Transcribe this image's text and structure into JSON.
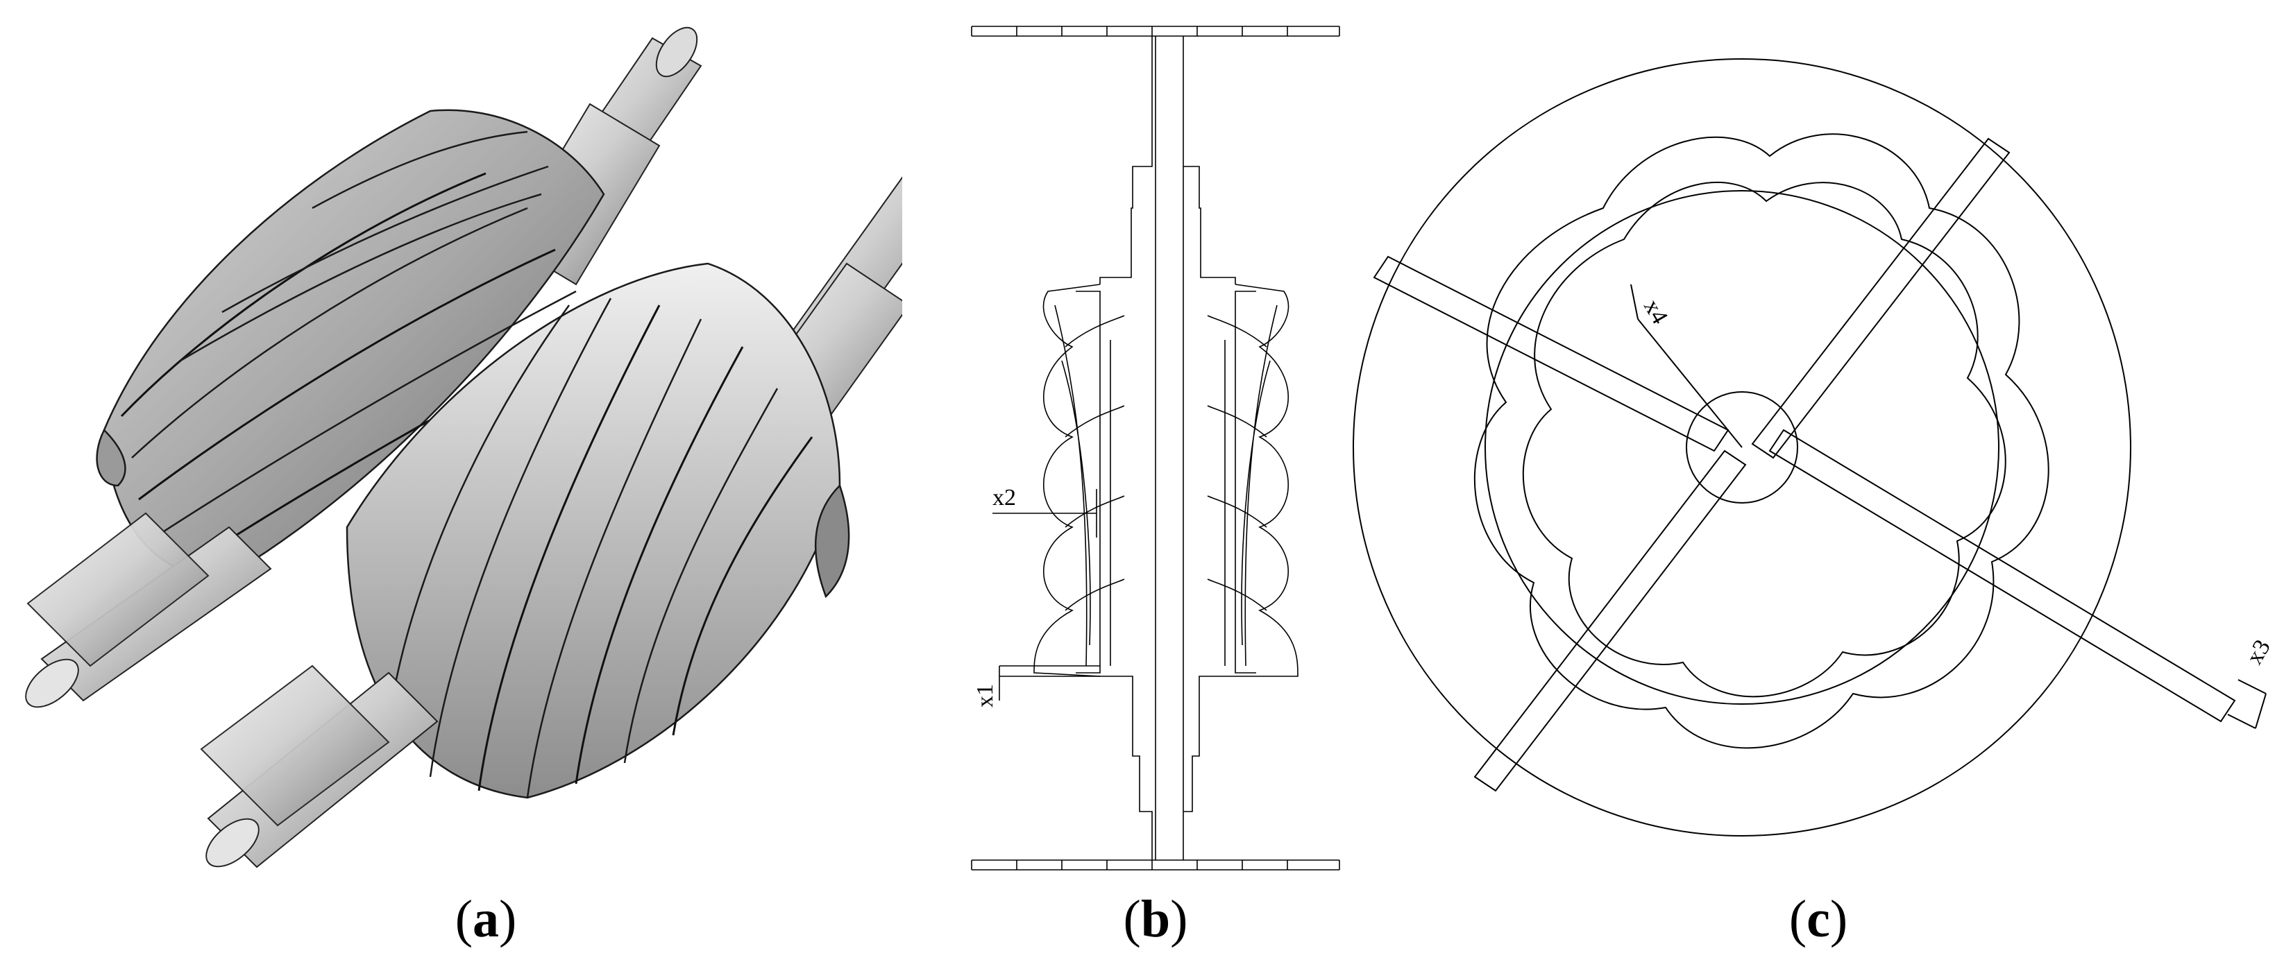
{
  "panels": [
    {
      "id": "a",
      "caption": {
        "open": "(",
        "letter": "a",
        "close": ")"
      }
    },
    {
      "id": "b",
      "caption": {
        "open": "(",
        "letter": "b",
        "close": ")"
      },
      "labels": {
        "x1": "x1",
        "x2": "x2"
      }
    },
    {
      "id": "c",
      "caption": {
        "open": "(",
        "letter": "c",
        "close": ")"
      },
      "labels": {
        "x3": "x3",
        "x4": "x4"
      }
    }
  ],
  "colors": {
    "line": "#000000",
    "metal_light": "#e6e6e6",
    "metal_mid": "#b5b5b5",
    "metal_dark": "#6f6f6f"
  }
}
